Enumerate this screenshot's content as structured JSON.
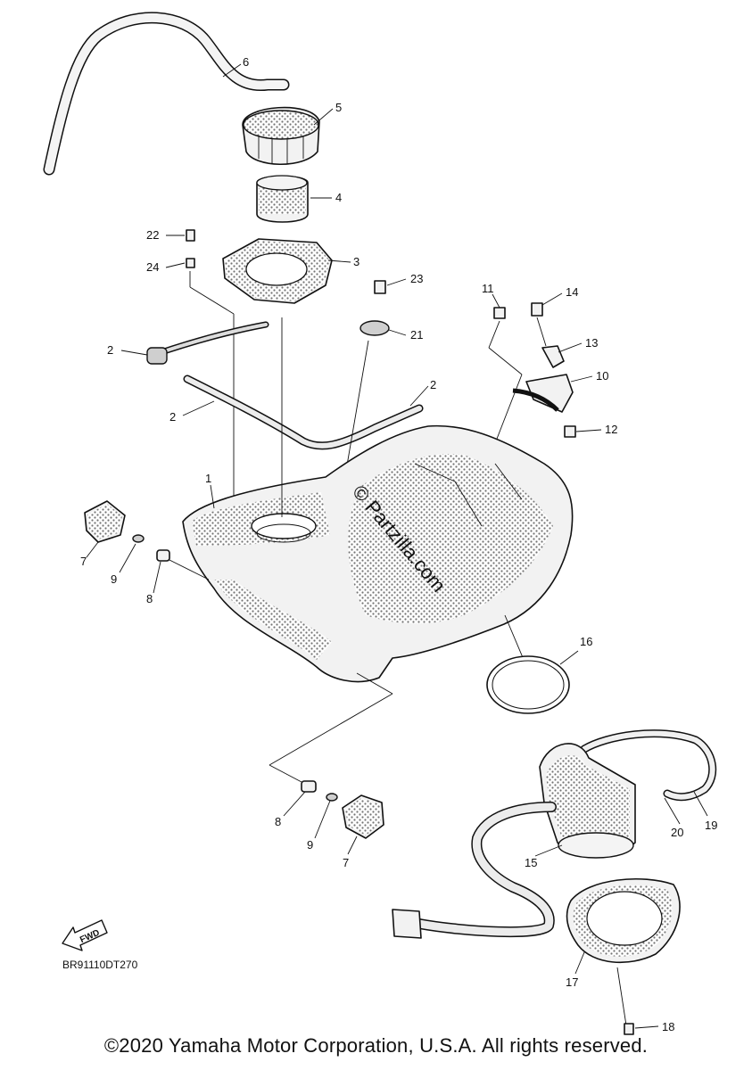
{
  "diagram": {
    "callouts": [
      "1",
      "2",
      "2",
      "2",
      "3",
      "4",
      "5",
      "6",
      "7",
      "7",
      "8",
      "8",
      "9",
      "9",
      "10",
      "11",
      "12",
      "13",
      "14",
      "15",
      "16",
      "17",
      "18",
      "19",
      "20",
      "21",
      "22",
      "23",
      "24"
    ],
    "drawing_code": "BR91110DT270",
    "fwd_label": "FWD",
    "watermark": "© Partzilla.com",
    "copyright": "©2020 Yamaha Motor Corporation, U.S.A. All rights reserved."
  }
}
